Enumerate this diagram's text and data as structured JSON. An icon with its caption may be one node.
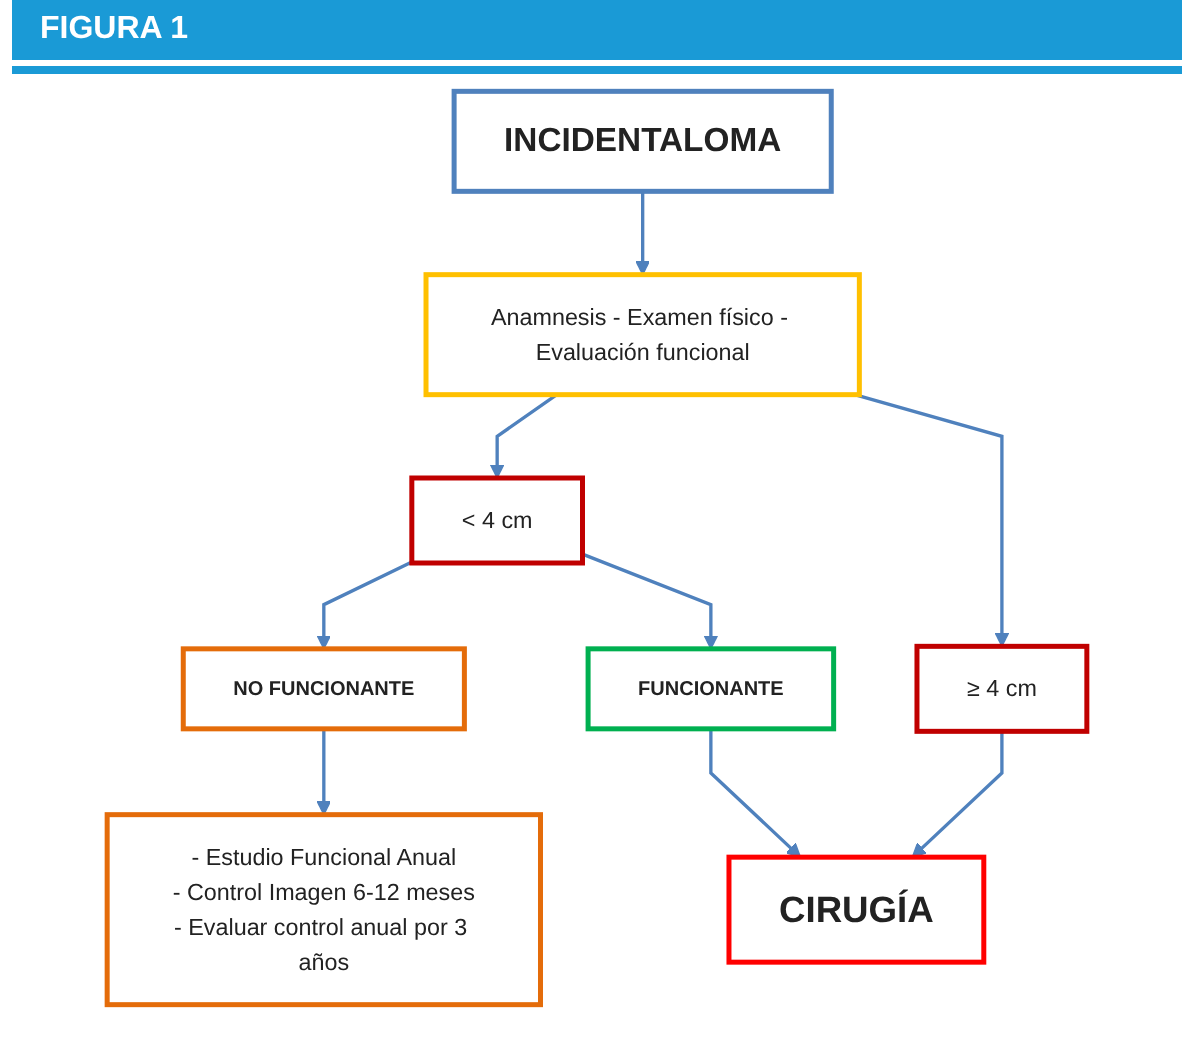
{
  "diagram": {
    "title": "FIGURA 1",
    "nodes": [
      {
        "text": [
          "INCIDENTALOMA"
        ]
      },
      {
        "text": [
          "Anamnesis - Examen físico - Evaluación funcional"
        ]
      },
      {
        "text": [
          "< 4 cm"
        ]
      },
      {
        "text": [
          "≥ 4 cm"
        ]
      },
      {
        "text": [
          "NO FUNCIONANTE"
        ]
      },
      {
        "text": [
          "FUNCIONANTE"
        ]
      },
      {
        "text": [
          "CIRUGÍA"
        ]
      },
      {
        "text": [
          "- Estudio Funcional Anual",
          "- Control Imagen 6-12 meses",
          "- Evaluar control anual por 3 años"
        ]
      }
    ],
    "edges": [
      {
        "from": 0,
        "to": 1,
        "arrow": "to"
      },
      {
        "from": 1,
        "to": 2,
        "arrow": "to"
      },
      {
        "from": 1,
        "to": 3,
        "arrow": "to"
      },
      {
        "from": 2,
        "to": 4,
        "arrow": "to"
      },
      {
        "from": 2,
        "to": 5,
        "arrow": "to"
      },
      {
        "from": 3,
        "to": 6,
        "arrow": "to"
      },
      {
        "from": 5,
        "to": 6,
        "arrow": "to"
      },
      {
        "from": 4,
        "to": 7,
        "arrow": "to"
      }
    ]
  }
}
